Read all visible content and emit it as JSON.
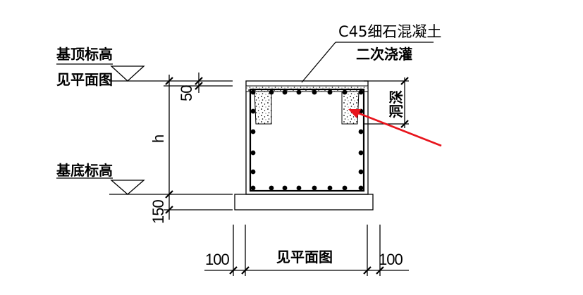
{
  "labels": {
    "top_elevation": "基顶标高",
    "see_plan_left": "见平面图",
    "bottom_elevation": "基底标高",
    "concrete_line1": "C45细石混凝土",
    "concrete_line2": "二次浇灌",
    "hole_depth": "洞深",
    "see_plan_bottom": "见平面图"
  },
  "dimensions": {
    "top_gap": "50",
    "height": "h",
    "bottom_gap": "150",
    "left_offset": "100",
    "right_offset": "100"
  },
  "colors": {
    "line": "#000000",
    "arrow": "#e8141c",
    "background": "#ffffff"
  }
}
